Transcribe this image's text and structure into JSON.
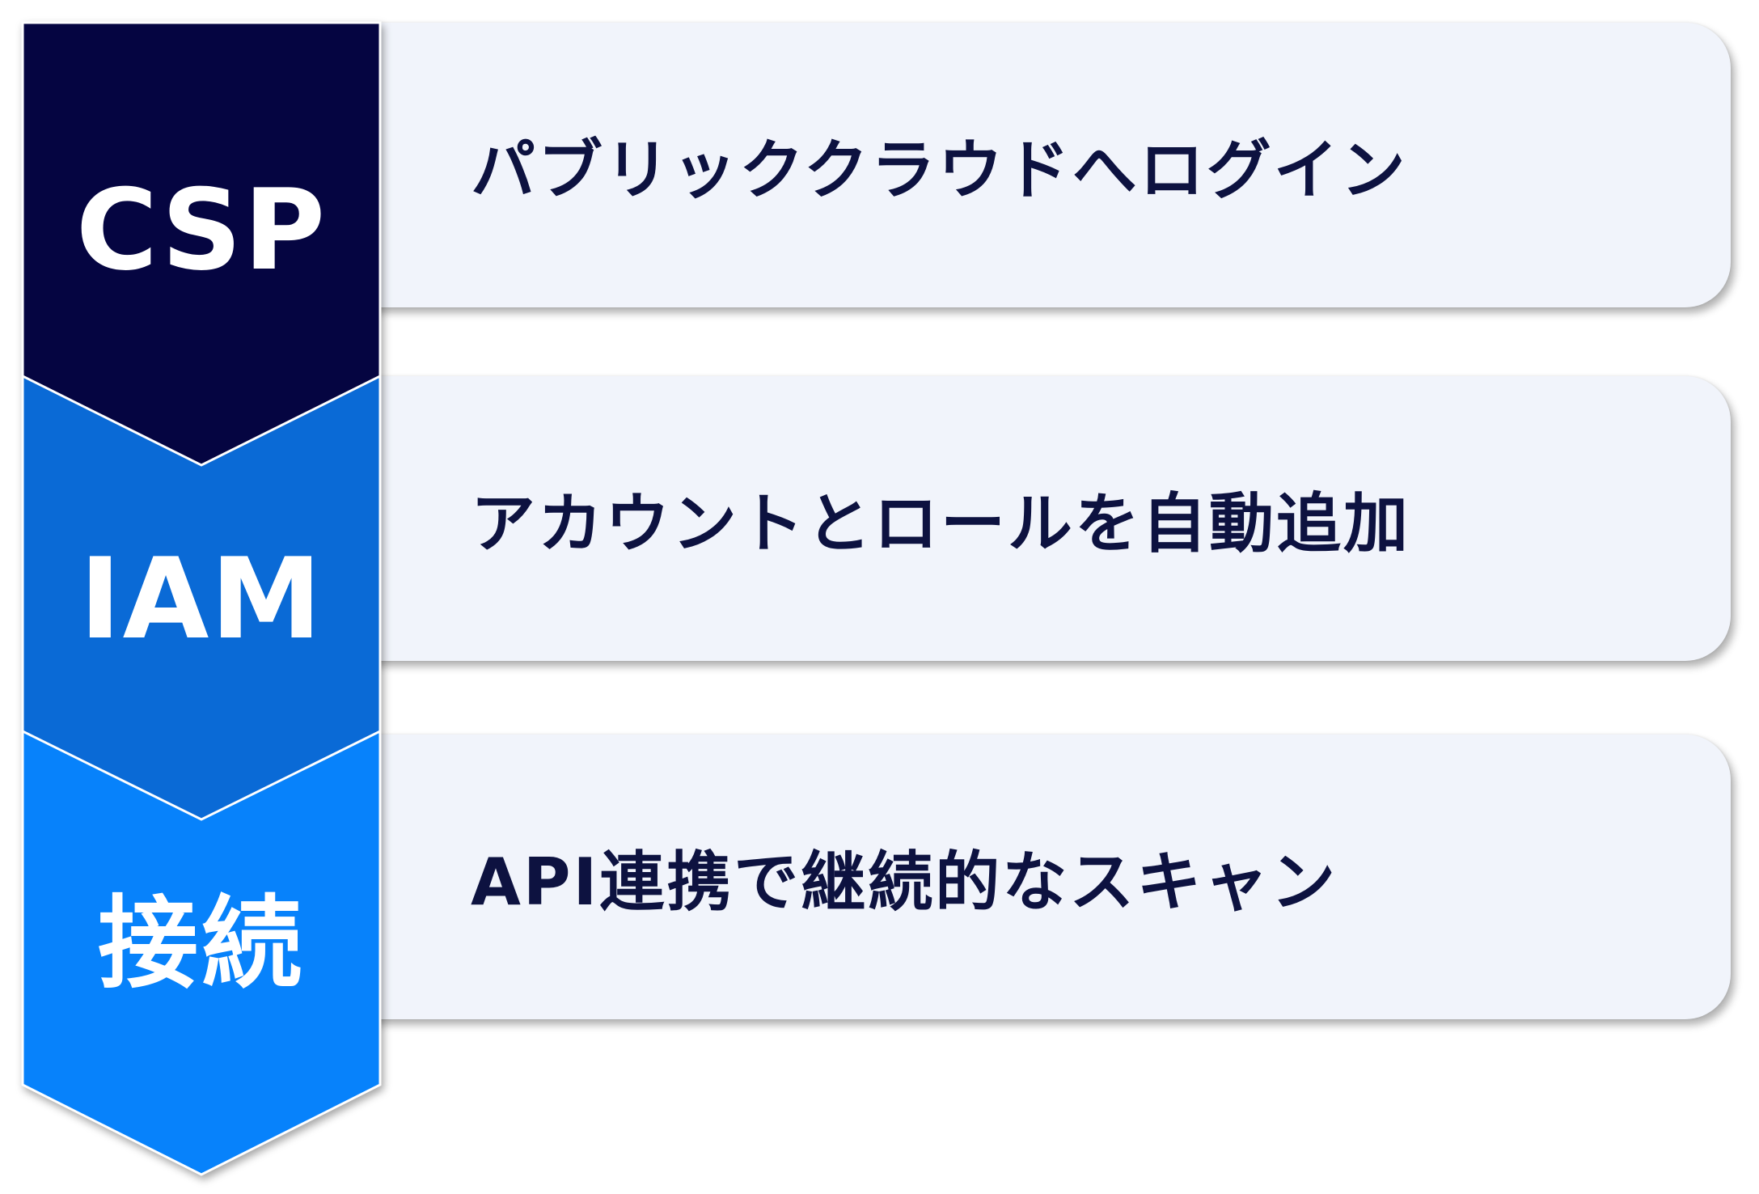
{
  "steps": [
    {
      "label": "CSP",
      "description": "パブリッククラウドへログイン",
      "color": "#050541"
    },
    {
      "label": "IAM",
      "description": "アカウントとロールを自動追加",
      "color": "#0a6ad6"
    },
    {
      "label": "接続",
      "description": "API連携で継続的なスキャン",
      "color": "#0782fb"
    }
  ]
}
